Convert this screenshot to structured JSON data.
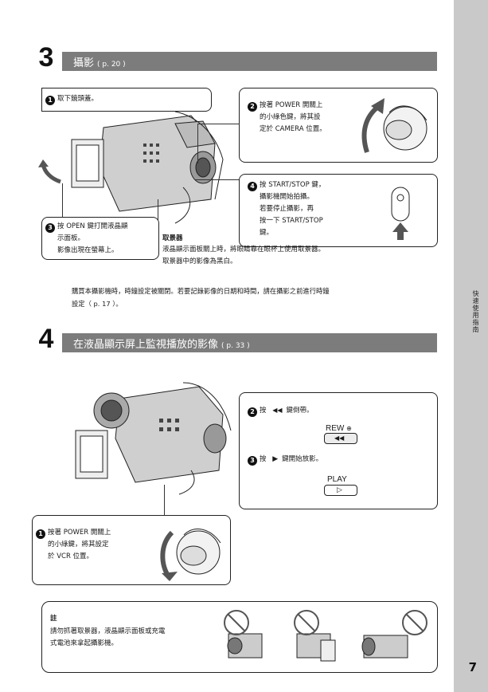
{
  "sidebar": {
    "label": "快速使用指南",
    "page_number": "7"
  },
  "section3": {
    "number": "3",
    "title": "攝影",
    "ref": "( p. 20 )",
    "step1": {
      "num": "1",
      "text": "取下鏡頭蓋。"
    },
    "step2": {
      "num": "2",
      "lines": [
        "按著 POWER 開關上",
        "的小綠色鍵，將其設",
        "定於 CAMERA 位置。"
      ]
    },
    "step3": {
      "num": "3",
      "lines": [
        "按 OPEN 鍵打開液晶顯",
        "示面板。",
        "影像出現在螢幕上。"
      ]
    },
    "step4": {
      "num": "4",
      "lines": [
        "按 START/STOP 鍵，",
        "攝影機開始拍攝。",
        "若要停止攝影，再",
        "按一下 START/STOP",
        "鍵。"
      ]
    },
    "viewfinder": {
      "heading": "取景器",
      "lines": [
        "液晶顯示面板關上時，將眼睛靠在眼杯上使用取景器。",
        "取景器中的影像為黑白。"
      ]
    },
    "note_lines": [
      "購買本攝影機時，時鐘設定被關閉。若要記錄影像的日期和時間，請在攝影之前進行時鐘",
      "設定（ p. 17 ）。"
    ]
  },
  "section4": {
    "number": "4",
    "title": "在液晶顯示屏上監視播放的影像",
    "ref": "( p. 33 )",
    "step1": {
      "num": "1",
      "lines": [
        "按著 POWER 開關上",
        "的小綠鍵，將其設定",
        "於 VCR 位置。"
      ]
    },
    "step2": {
      "num": "2",
      "pre": "按",
      "post": "鍵倒帶。",
      "button_label": "REW"
    },
    "step3": {
      "num": "3",
      "pre": "按",
      "post": "鍵開始放影。",
      "button_label": "PLAY"
    }
  },
  "caution": {
    "heading": "註",
    "lines": [
      "請勿抓著取景器，液晶顯示面板或充電",
      "式電池來拿起攝影機。"
    ]
  }
}
